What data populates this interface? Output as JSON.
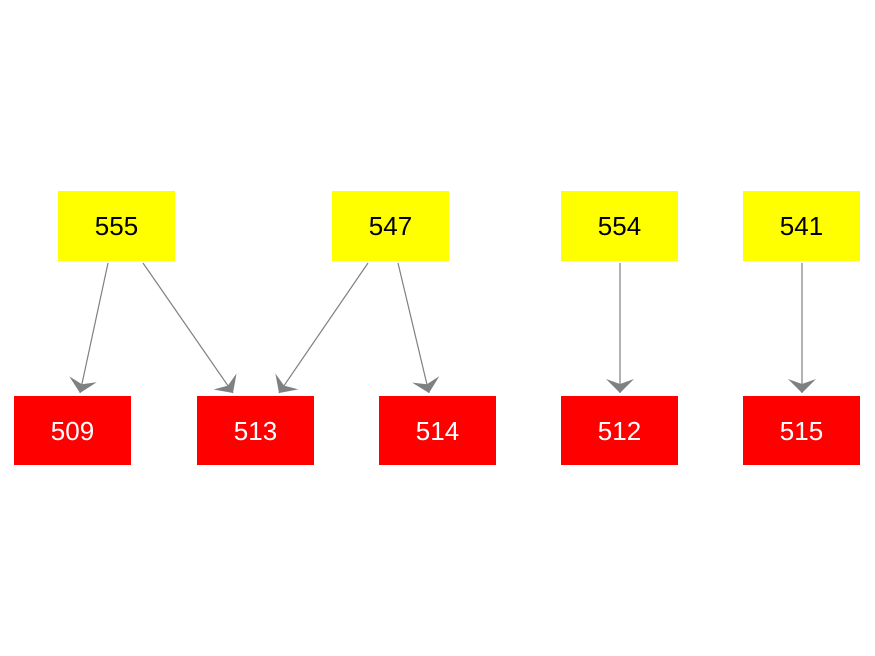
{
  "colors": {
    "source_fill": "#ffff00",
    "source_text": "#000000",
    "target_fill": "#ff0000",
    "target_text": "#ffffff",
    "edge": "#808080",
    "background": "#ffffff"
  },
  "nodes": [
    {
      "id": "n555",
      "label": "555",
      "role": "source"
    },
    {
      "id": "n547",
      "label": "547",
      "role": "source"
    },
    {
      "id": "n554",
      "label": "554",
      "role": "source"
    },
    {
      "id": "n541",
      "label": "541",
      "role": "source"
    },
    {
      "id": "n509",
      "label": "509",
      "role": "target"
    },
    {
      "id": "n513",
      "label": "513",
      "role": "target"
    },
    {
      "id": "n514",
      "label": "514",
      "role": "target"
    },
    {
      "id": "n512",
      "label": "512",
      "role": "target"
    },
    {
      "id": "n515",
      "label": "515",
      "role": "target"
    }
  ],
  "edges": [
    {
      "from": "555",
      "to": "509"
    },
    {
      "from": "555",
      "to": "513"
    },
    {
      "from": "547",
      "to": "513"
    },
    {
      "from": "547",
      "to": "514"
    },
    {
      "from": "554",
      "to": "512"
    },
    {
      "from": "541",
      "to": "515"
    }
  ]
}
